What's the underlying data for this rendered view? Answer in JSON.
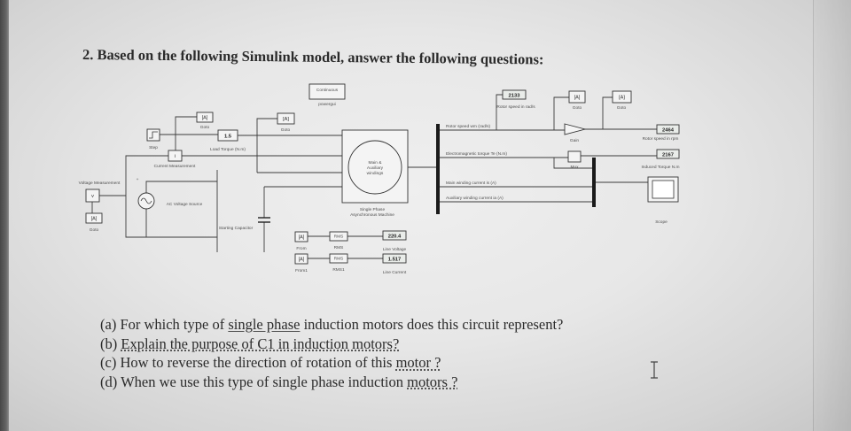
{
  "page": {
    "heading": "2. Based on the following Simulink model, answer the following questions:"
  },
  "questions": [
    {
      "prefix": "(a) For which type of ",
      "marked": "single phase",
      "suffix": " induction motors does this circuit represent?"
    },
    {
      "prefix": "(b) ",
      "marked": "Explain the purpose of C1 in induction motors?",
      "suffix": ""
    },
    {
      "prefix": "(c) How to reverse the direction of rotation of this ",
      "marked": "motor ?",
      "suffix": ""
    },
    {
      "prefix": "(d) When we use this type of single phase induction ",
      "marked": "motors ?",
      "suffix": ""
    }
  ],
  "diagram": {
    "powergui_mode": "Continuous",
    "powergui_label": "powergui",
    "tag": "[A]",
    "goto_label": "Goto",
    "from_labels": [
      "From",
      "From1"
    ],
    "step_label": "Step",
    "load_torque_value": "1.5",
    "load_torque_label": "Load Torque (N.m)",
    "current_measurement_label": "Current Measurement",
    "voltage_measurement_label": "Voltage Measurement",
    "polarity_mark": "+",
    "ac_source_label": "AC Voltage Source",
    "capacitor_label": "Starting Capacitor",
    "machine_windings": [
      "Main &",
      "Auxiliary",
      "windings"
    ],
    "machine_label": [
      "Single Phase",
      "Asynchronous Machine"
    ],
    "signal_labels": [
      "Rotor speed wm (rad/s)",
      "Electromagnetic torque Te (N.m)",
      "Main winding current is (A)",
      "Auxiliary winding current ia (A)"
    ],
    "gain_label": "Gain",
    "mux_label": "Mux",
    "scope_label": "Scope",
    "rms_text": "RMS",
    "rms_labels": [
      "RMS",
      "RMS1"
    ],
    "displays": {
      "rotor_speed_rad": {
        "value": "2133",
        "label": "Rotor speed in rad/s"
      },
      "rotor_speed_rpm": {
        "value": "2464",
        "label": "Rotor speed in rpm"
      },
      "induced_torque": {
        "value": "2167",
        "label": "Induced Torque N.m"
      },
      "line_voltage": {
        "value": "220.4",
        "label": "Line Voltage"
      },
      "line_current": {
        "value": "1.517",
        "label": "Line Current"
      }
    }
  },
  "icons": {
    "cursor": "text-cursor-icon",
    "ac_source": "ac-source-icon",
    "step": "step-icon",
    "capacitor": "capacitor-icon",
    "scope": "scope-icon"
  },
  "colors": {
    "text": "#2b2b2b",
    "wire": "#3c3c3c",
    "block_fill": "#f4f4f4"
  }
}
